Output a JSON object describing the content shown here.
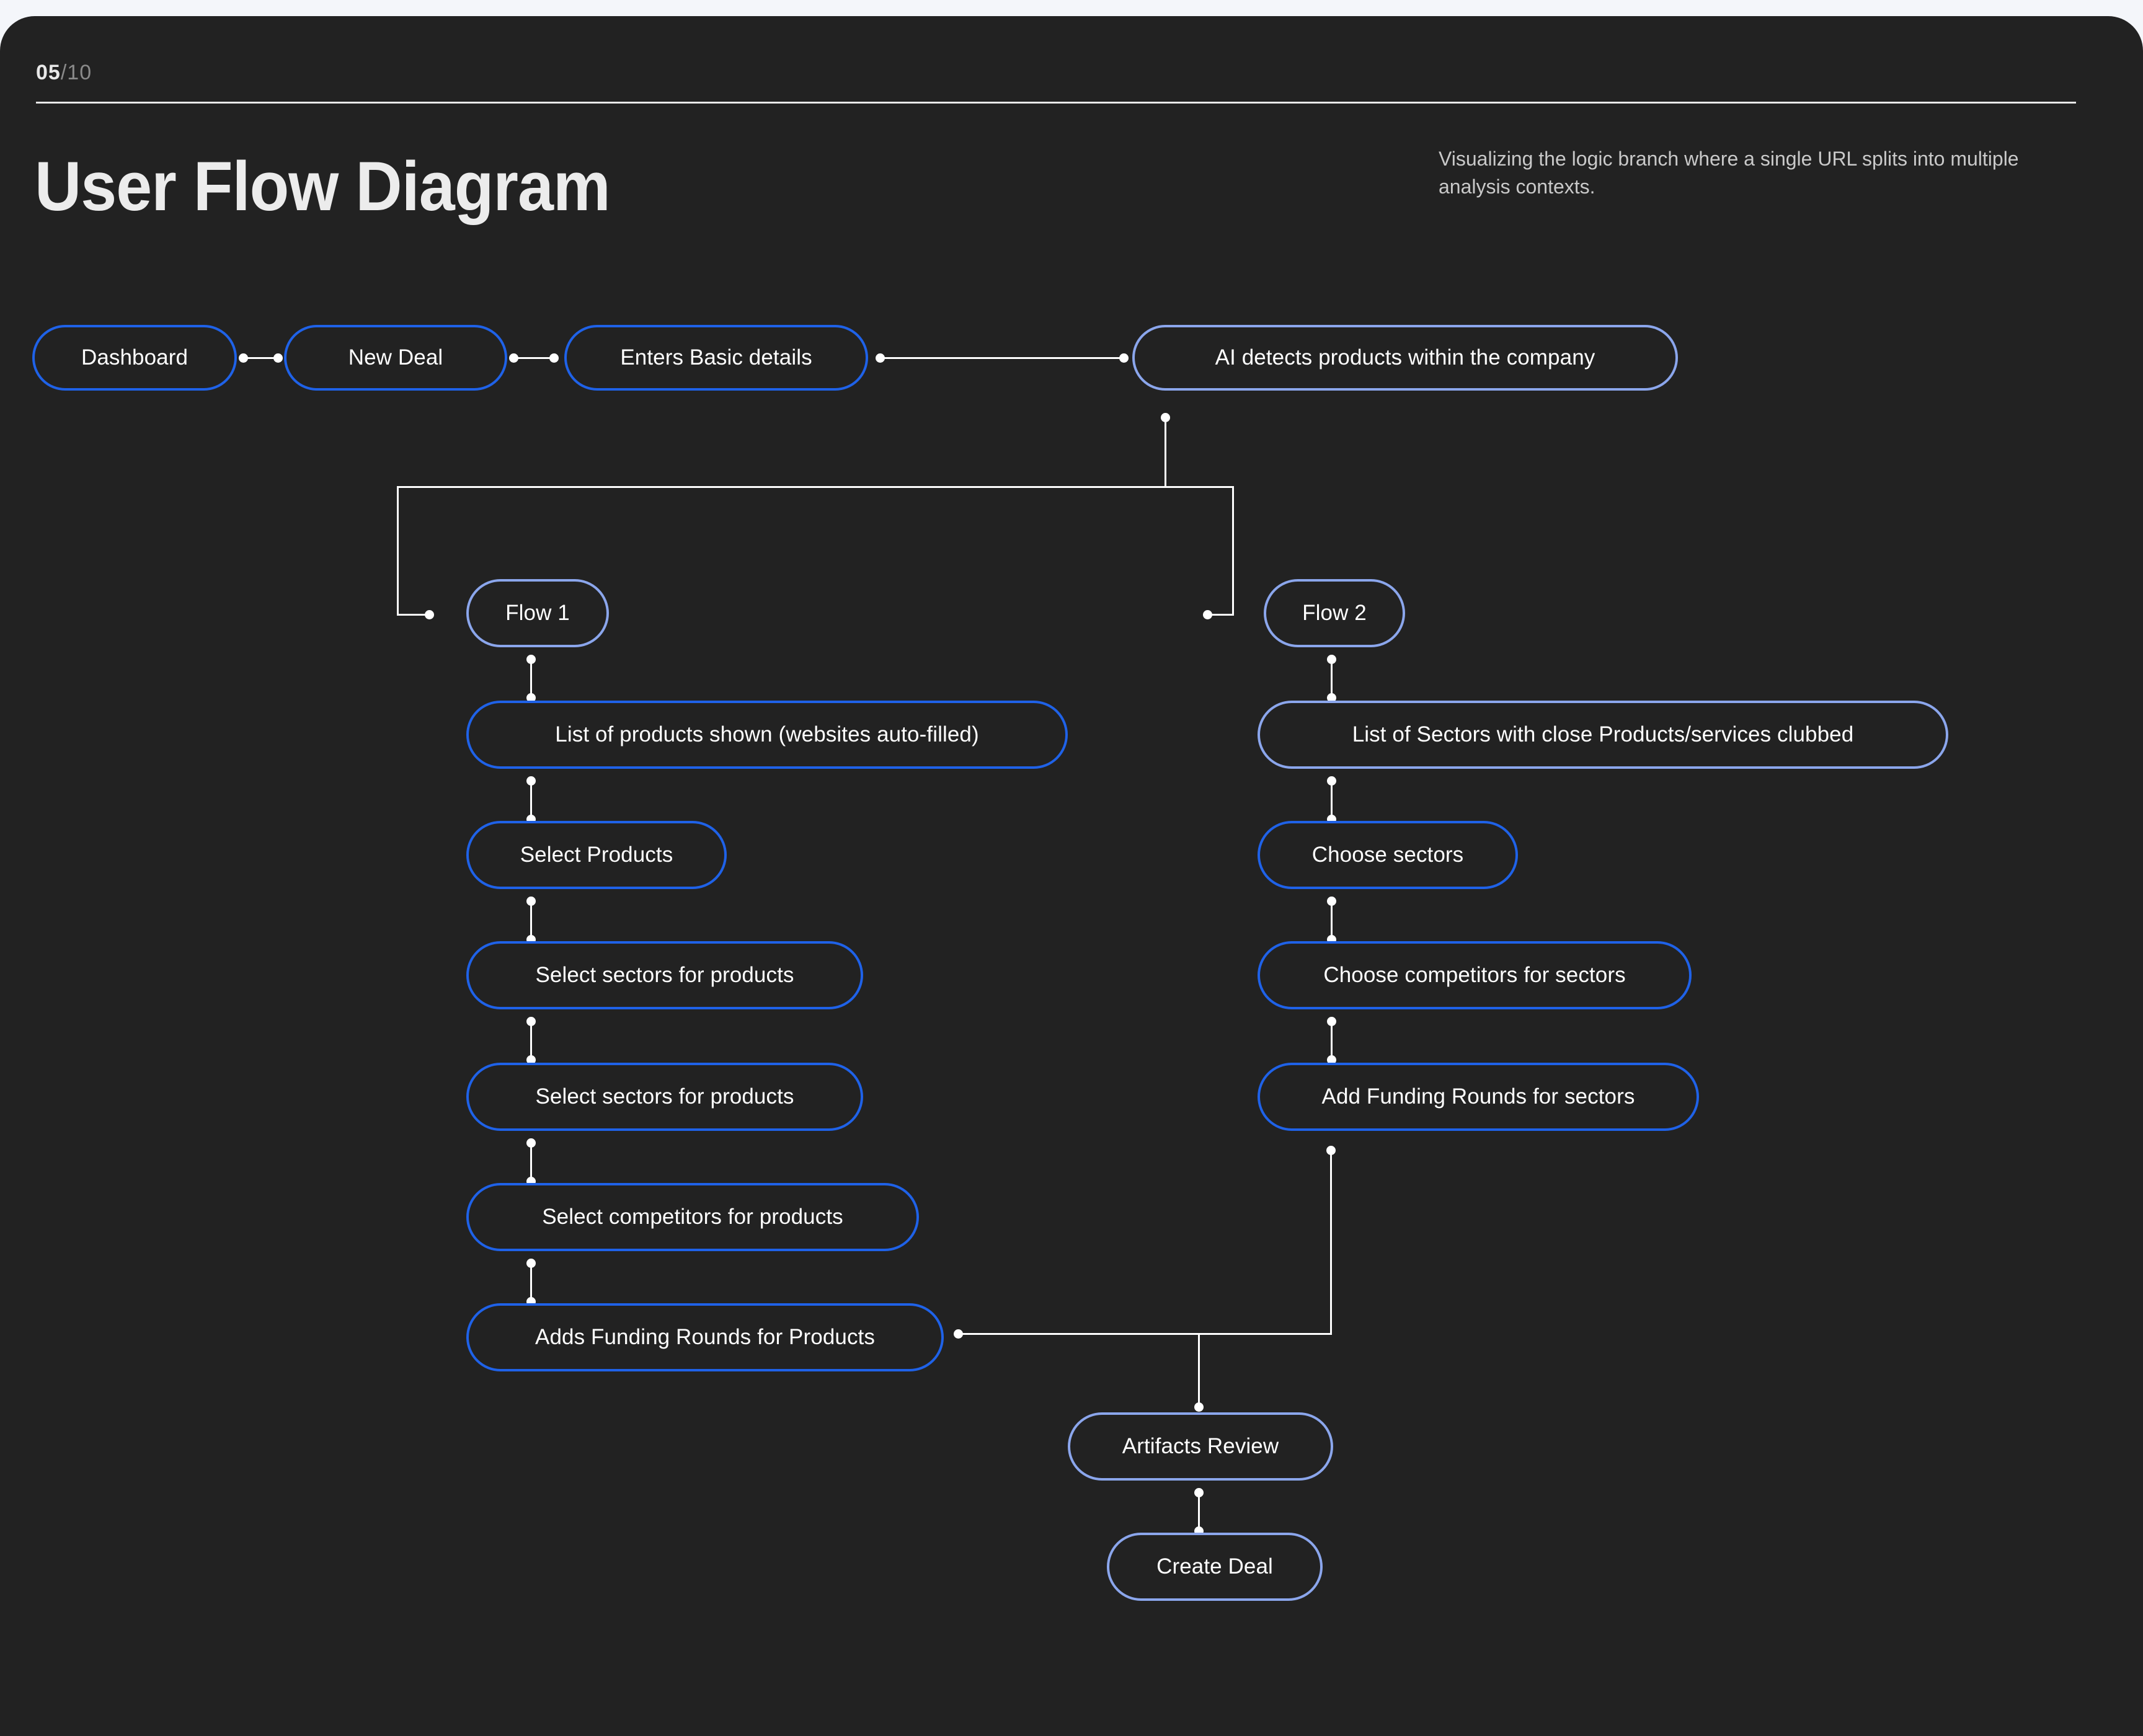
{
  "slide": {
    "page_current": "05",
    "page_separator": "/",
    "page_total": "10",
    "page_label": "05/10",
    "title": "User Flow Diagram",
    "subtitle": "Visualizing the logic branch where a single URL splits into multiple analysis contexts."
  },
  "colors": {
    "background": "#f4f6fa",
    "panel": "#222222",
    "accent_primary": "#1f62e8",
    "accent_secondary": "#8ba6ec",
    "connector": "#ffffff",
    "text_primary": "#ffffff",
    "title": "#ececec",
    "subtitle": "#c9c9c9",
    "page_number": "#8a8a8a"
  },
  "chart_data": {
    "type": "flowchart",
    "title": "User Flow Diagram",
    "nodes": [
      {
        "id": "dashboard",
        "label": "Dashboard",
        "style": "primary",
        "row": "top",
        "column": "left"
      },
      {
        "id": "new-deal",
        "label": "New Deal",
        "style": "primary",
        "row": "top",
        "column": "left"
      },
      {
        "id": "basic-details",
        "label": "Enters Basic details",
        "style": "primary",
        "row": "top",
        "column": "left"
      },
      {
        "id": "ai-detects",
        "label": "AI detects products within the company",
        "style": "secondary",
        "row": "top",
        "column": "right"
      },
      {
        "id": "flow-1",
        "label": "Flow 1",
        "style": "secondary",
        "row": "branch",
        "column": "left"
      },
      {
        "id": "products-list",
        "label": "List of products shown (websites auto-filled)",
        "style": "primary",
        "row": "1",
        "column": "left"
      },
      {
        "id": "select-products",
        "label": "Select Products",
        "style": "primary",
        "row": "2",
        "column": "left"
      },
      {
        "id": "sectors-1",
        "label": "Select sectors for products",
        "style": "primary",
        "row": "3",
        "column": "left"
      },
      {
        "id": "sectors-2",
        "label": "Select sectors for products",
        "style": "primary",
        "row": "4",
        "column": "left"
      },
      {
        "id": "competitors",
        "label": "Select competitors for products",
        "style": "primary",
        "row": "5",
        "column": "left"
      },
      {
        "id": "funding-products",
        "label": "Adds Funding Rounds for Products",
        "style": "primary",
        "row": "6",
        "column": "left"
      },
      {
        "id": "flow-2",
        "label": "Flow 2",
        "style": "secondary",
        "row": "branch",
        "column": "right"
      },
      {
        "id": "sectors-list",
        "label": "List of Sectors with close Products/services clubbed",
        "style": "secondary",
        "row": "1",
        "column": "right"
      },
      {
        "id": "choose-sectors",
        "label": "Choose sectors",
        "style": "primary",
        "row": "2",
        "column": "right"
      },
      {
        "id": "choose-comps",
        "label": "Choose competitors for sectors",
        "style": "primary",
        "row": "3",
        "column": "right"
      },
      {
        "id": "funding-sectors",
        "label": "Add Funding Rounds for sectors",
        "style": "primary",
        "row": "4",
        "column": "right"
      },
      {
        "id": "artifacts-review",
        "label": "Artifacts Review",
        "style": "secondary",
        "row": "merge",
        "column": "center"
      },
      {
        "id": "create-deal",
        "label": "Create Deal",
        "style": "secondary",
        "row": "final",
        "column": "center"
      }
    ],
    "edges": [
      {
        "from": "dashboard",
        "to": "new-deal",
        "kind": "horizontal"
      },
      {
        "from": "new-deal",
        "to": "basic-details",
        "kind": "horizontal"
      },
      {
        "from": "basic-details",
        "to": "ai-detects",
        "kind": "horizontal"
      },
      {
        "from": "ai-detects",
        "to": "flow-1",
        "kind": "branch-left"
      },
      {
        "from": "ai-detects",
        "to": "flow-2",
        "kind": "branch-right"
      },
      {
        "from": "flow-1",
        "to": "products-list",
        "kind": "vertical"
      },
      {
        "from": "products-list",
        "to": "select-products",
        "kind": "vertical"
      },
      {
        "from": "select-products",
        "to": "sectors-1",
        "kind": "vertical"
      },
      {
        "from": "sectors-1",
        "to": "sectors-2",
        "kind": "vertical"
      },
      {
        "from": "sectors-2",
        "to": "competitors",
        "kind": "vertical"
      },
      {
        "from": "competitors",
        "to": "funding-products",
        "kind": "vertical"
      },
      {
        "from": "flow-2",
        "to": "sectors-list",
        "kind": "vertical"
      },
      {
        "from": "sectors-list",
        "to": "choose-sectors",
        "kind": "vertical"
      },
      {
        "from": "choose-sectors",
        "to": "choose-comps",
        "kind": "vertical"
      },
      {
        "from": "choose-comps",
        "to": "funding-sectors",
        "kind": "vertical"
      },
      {
        "from": "funding-sectors",
        "to": "funding-products",
        "kind": "elbow-merge"
      },
      {
        "from": "funding-sectors",
        "to": "artifacts-review",
        "kind": "merge-down"
      },
      {
        "from": "artifacts-review",
        "to": "create-deal",
        "kind": "vertical"
      }
    ]
  }
}
